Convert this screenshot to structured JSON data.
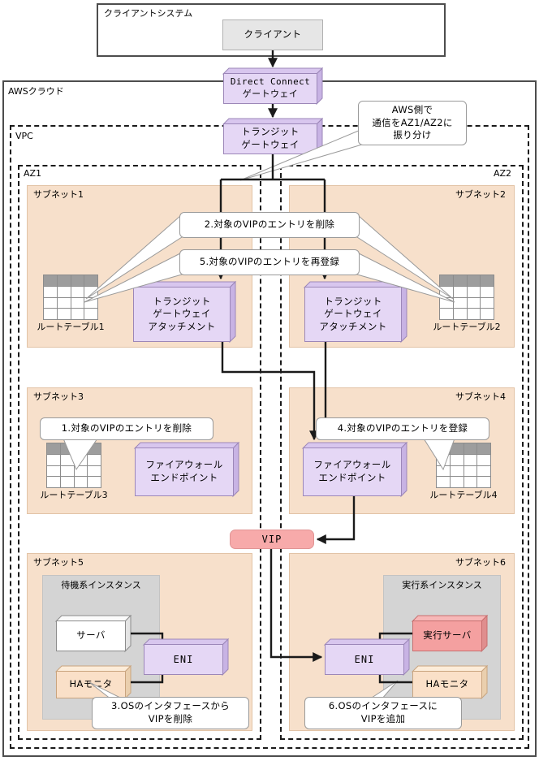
{
  "diagram": {
    "title": "AWS VIP failover diagram",
    "colors": {
      "subnet_fill": "#f7e0cb",
      "resource_fill": "#e5d7f5",
      "vip_fill": "#f7aaaa",
      "instance_fill": "#d4d4d4",
      "active_server_fill": "#f4a0a0",
      "ha_monitor_fill": "#fae0c8",
      "route_table_header": "#9d9d9d"
    }
  },
  "client_system": {
    "frame_label": "クライアントシステム",
    "client_label": "クライアント"
  },
  "aws_cloud": {
    "frame_label": "AWSクラウド",
    "vpc_label": "VPC",
    "direct_connect_gateway": "Direct Connect\nゲートウェイ",
    "transit_gateway": "トランジット\nゲートウェイ",
    "note_aws_side": "AWS側で\n通信をAZ1/AZ2に\n振り分け"
  },
  "az1": {
    "label": "AZ1",
    "subnet1": {
      "label": "サブネット1",
      "route_table": "ルートテーブル1",
      "resource": "トランジット\nゲートウェイ\nアタッチメント"
    },
    "subnet3": {
      "label": "サブネット3",
      "route_table": "ルートテーブル3",
      "resource": "ファイアウォール\nエンドポイント",
      "note": "1.対象のVIPのエントリを削除"
    },
    "subnet5": {
      "label": "サブネット5",
      "instance_label": "待機系インスタンス",
      "server": "サーバ",
      "eni": "ENI",
      "ha_monitor": "HAモニタ",
      "note": "3.OSのインタフェースから\nVIPを削除"
    }
  },
  "az2": {
    "label": "AZ2",
    "subnet2": {
      "label": "サブネット2",
      "route_table": "ルートテーブル2",
      "resource": "トランジット\nゲートウェイ\nアタッチメント"
    },
    "subnet4": {
      "label": "サブネット4",
      "route_table": "ルートテーブル4",
      "resource": "ファイアウォール\nエンドポイント",
      "note": "4.対象のVIPのエントリを登録"
    },
    "subnet6": {
      "label": "サブネット6",
      "instance_label": "実行系インスタンス",
      "server": "実行サーバ",
      "eni": "ENI",
      "ha_monitor": "HAモニタ",
      "note": "6.OSのインタフェースに\nVIPを追加"
    }
  },
  "shared_notes": {
    "note_step2": "2.対象のVIPのエントリを削除",
    "note_step5": "5.対象のVIPのエントリを再登録"
  },
  "vip": {
    "label": "VIP"
  }
}
